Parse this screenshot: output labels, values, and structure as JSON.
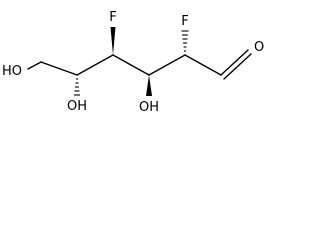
{
  "molecule": {
    "atoms": {
      "o_aldehyde": "O",
      "f_c2": "F",
      "f_c4": "F",
      "oh_c3": "OH",
      "oh_c5": "OH",
      "oh_c6": "HO"
    }
  },
  "colors": {
    "bond": "#000000",
    "label": "#000000",
    "background": "#ffffff"
  }
}
